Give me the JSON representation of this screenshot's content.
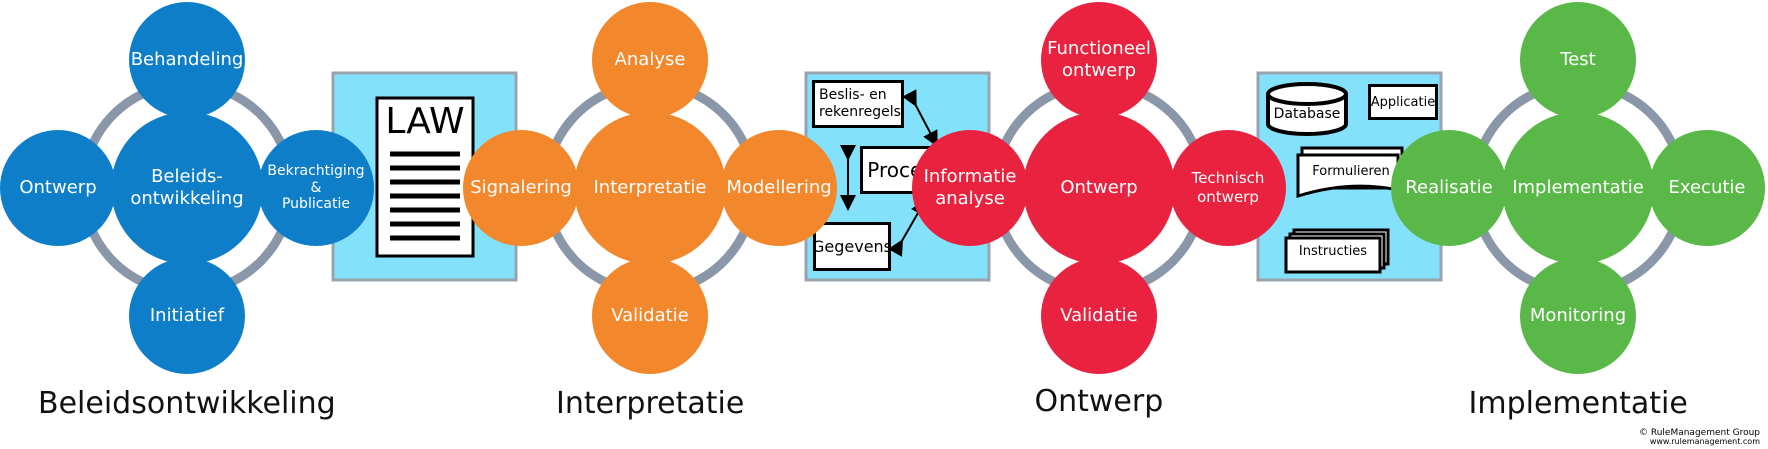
{
  "stages": [
    {
      "title": "Beleidsontwikkeling",
      "center": "Beleids-\nontwikkeling",
      "top": "Behandeling",
      "left": "Ontwerp",
      "right": "Bekrachtiging\n&\nPublicatie",
      "bottom": "Initiatief",
      "color": "#0f7ec8"
    },
    {
      "title": "Interpretatie",
      "center": "Interpretatie",
      "top": "Analyse",
      "left": "Signalering",
      "right": "Modellering",
      "bottom": "Validatie",
      "color": "#f2872c"
    },
    {
      "title": "Ontwerp",
      "center": "Ontwerp",
      "top": "Functioneel\nontwerp",
      "left": "Informatie\nanalyse",
      "right": "Technisch\nontwerp",
      "bottom": "Validatie",
      "color": "#e8223f"
    },
    {
      "title": "Implementatie",
      "center": "Implementatie",
      "top": "Test",
      "left": "Realisatie",
      "right": "Executie",
      "bottom": "Monitoring",
      "color": "#5ab849"
    }
  ],
  "panels": {
    "law": {
      "label": "LAW"
    },
    "model": {
      "rules": "Beslis- en\nrekenregels",
      "process": "Proces",
      "data": "Gegevens"
    },
    "tech": {
      "database": "Database",
      "application": "Applicatie",
      "forms": "Formulieren",
      "instructions": "Instructies"
    }
  },
  "copyright": {
    "line1": "© RuleManagement Group",
    "line2": "www.rulemanagement.com"
  },
  "colors": {
    "ring": "#8a97a8",
    "panel_fill": "#83e1fb",
    "panel_border": "#9aa3ad"
  }
}
